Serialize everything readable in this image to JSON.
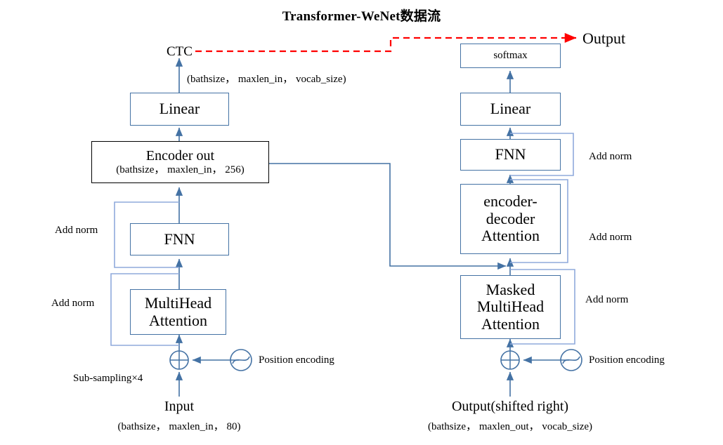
{
  "title": "Transformer-WeNet数据流",
  "colors": {
    "arrow_blue": "#4472A4",
    "skip_blue": "#8FAADC",
    "ctc_red": "#FF0000",
    "box_black": "#000000"
  },
  "encoder": {
    "input_label": "Input",
    "input_shape": "(bathsize，  maxlen_in，  80)",
    "subsampling_label": "Sub-sampling×4",
    "position_encoding_label": "Position encoding",
    "blocks": [
      {
        "name": "multihead-attention",
        "lines": [
          "MultiHead",
          "Attention"
        ]
      },
      {
        "name": "fnn",
        "lines": [
          "FNN"
        ]
      }
    ],
    "add_norm_labels": [
      "Add norm",
      "Add norm"
    ],
    "encoder_out_label": "Encoder out",
    "encoder_out_shape": "(bathsize，  maxlen_in，  256)",
    "linear_label": "Linear",
    "ctc_shape": "(bathsize，  maxlen_in，  vocab_size)",
    "ctc_label": "CTC"
  },
  "decoder": {
    "input_label": "Output(shifted right)",
    "input_shape": "(bathsize，  maxlen_out，  vocab_size)",
    "position_encoding_label": "Position encoding",
    "blocks": [
      {
        "name": "masked-multihead-attention",
        "lines": [
          "Masked",
          "MultiHead",
          "Attention"
        ]
      },
      {
        "name": "encoder-decoder-attention",
        "lines": [
          "encoder-",
          "decoder",
          "Attention"
        ]
      },
      {
        "name": "fnn",
        "lines": [
          "FNN"
        ]
      }
    ],
    "add_norm_labels": [
      "Add norm",
      "Add norm",
      "Add norm"
    ],
    "linear_label": "Linear",
    "softmax_label": "softmax",
    "output_label": "Output"
  }
}
